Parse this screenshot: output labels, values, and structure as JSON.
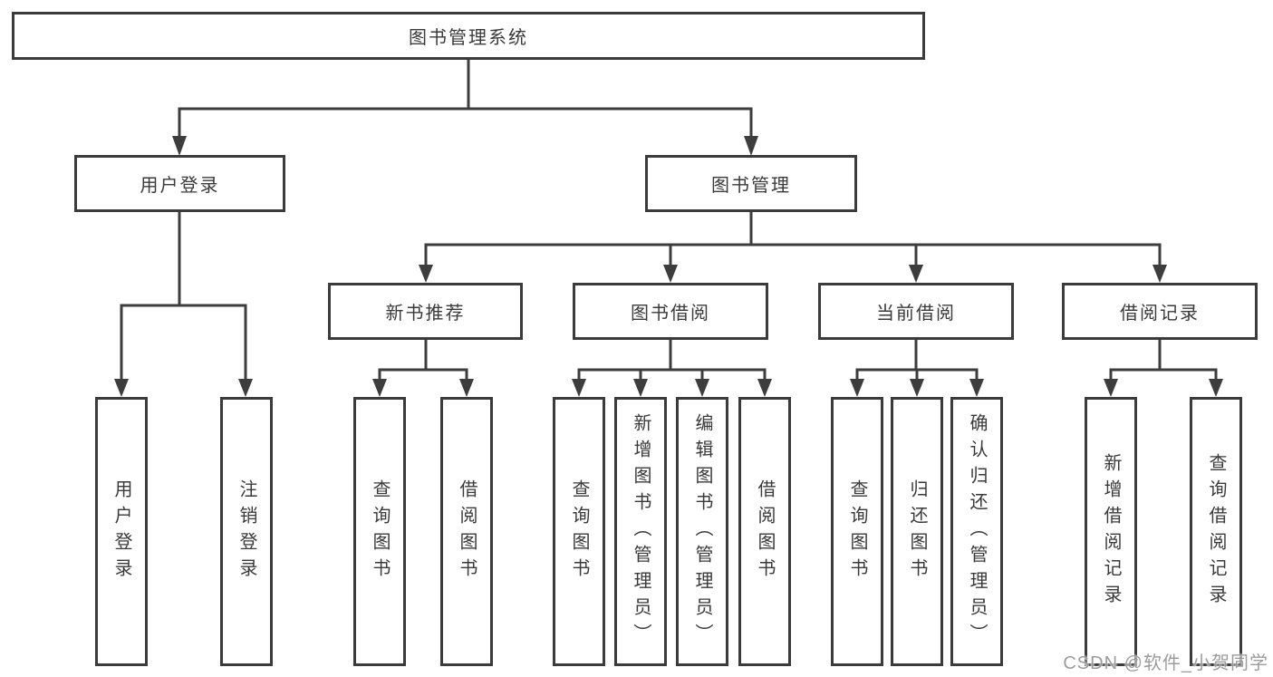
{
  "title": {
    "label": "图书管理系统"
  },
  "colors": {
    "line": "#3d3d3d",
    "box_border": "#3b3b3b",
    "text": "#3a3a3a",
    "watermark": "#949494",
    "background": "#ffffff"
  },
  "tree": {
    "level2": [
      {
        "label": "用户登录",
        "children": [
          {
            "label": "用户登录"
          },
          {
            "label": "注销登录"
          }
        ]
      },
      {
        "label": "图书管理",
        "children": [
          {
            "label": "新书推荐",
            "children": [
              {
                "label": "查询图书"
              },
              {
                "label": "借阅图书"
              }
            ]
          },
          {
            "label": "图书借阅",
            "children": [
              {
                "label": "查询图书"
              },
              {
                "label": "新增图书（管理员）"
              },
              {
                "label": "编辑图书（管理员）"
              },
              {
                "label": "借阅图书"
              }
            ]
          },
          {
            "label": "当前借阅",
            "children": [
              {
                "label": "查询图书"
              },
              {
                "label": "归还图书"
              },
              {
                "label": "确认归还（管理员）"
              }
            ]
          },
          {
            "label": "借阅记录",
            "children": [
              {
                "label": "新增借阅记录"
              },
              {
                "label": "查询借阅记录"
              }
            ]
          }
        ]
      }
    ]
  },
  "watermark": {
    "text": "CSDN @软件_小贺同学"
  }
}
